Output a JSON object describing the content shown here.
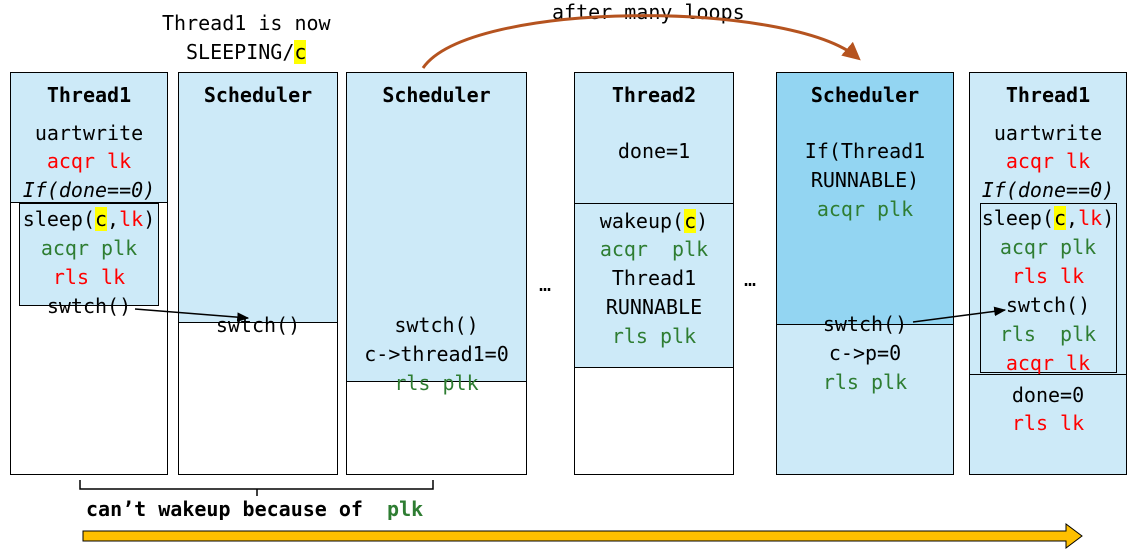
{
  "header": {
    "note_line1": "Thread1 is now",
    "note_line2_pre": "SLEEPING/",
    "note_line2_hl": "c",
    "loop_label": "after many loops"
  },
  "columns": {
    "thread1_a": {
      "title": "Thread1",
      "line1": "uartwrite",
      "line2": "acqr lk",
      "line3": "If(done==0)",
      "sleep_pre": "sleep(",
      "sleep_c": "c",
      "sleep_comma": ",",
      "sleep_lk": "lk",
      "sleep_post": ")",
      "acqr_plk": "acqr plk",
      "rls_lk": "rls lk",
      "swtch": "swtch()"
    },
    "scheduler_a": {
      "title": "Scheduler",
      "swtch": "swtch()"
    },
    "scheduler_b": {
      "title": "Scheduler",
      "swtch": "swtch()",
      "assign": "c->thread1=0",
      "rls_plk": "rls plk"
    },
    "thread2": {
      "title": "Thread2",
      "done": "done=1",
      "wakeup_pre": "wakeup(",
      "wakeup_c": "c",
      "wakeup_post": ")",
      "acqr_plk": "acqr  plk",
      "runnable1": "Thread1",
      "runnable2": "RUNNABLE",
      "rls_plk": "rls plk"
    },
    "scheduler_c": {
      "title": "Scheduler",
      "if1": "If(Thread1",
      "if2": "RUNNABLE)",
      "acqr_plk": "acqr plk",
      "swtch": "swtch()",
      "assign": "c->p=0",
      "rls_plk": "rls plk"
    },
    "thread1_b": {
      "title": "Thread1",
      "line1": "uartwrite",
      "line2": "acqr lk",
      "line3": "If(done==0)",
      "sleep_pre": "sleep(",
      "sleep_c": "c",
      "sleep_comma": ",",
      "sleep_lk": "lk",
      "sleep_post": ")",
      "acqr_plk": "acqr plk",
      "rls_lk": "rls lk",
      "swtch": "swtch()",
      "rls_plk": "rls  plk",
      "acqr_lk": "acqr lk",
      "done": "done=0",
      "rls_lk2": "rls lk"
    }
  },
  "ellipsis": "…",
  "footer": {
    "label_pre": "can’t wakeup because of",
    "label_plk": "plk"
  },
  "colors": {
    "light_blue": "#cdeaf8",
    "dark_blue": "#93d5f2",
    "red": "#ff0000",
    "green": "#2e7d32",
    "highlight": "#ffff00",
    "orange": "#b5531f",
    "gold": "#ffc000"
  }
}
